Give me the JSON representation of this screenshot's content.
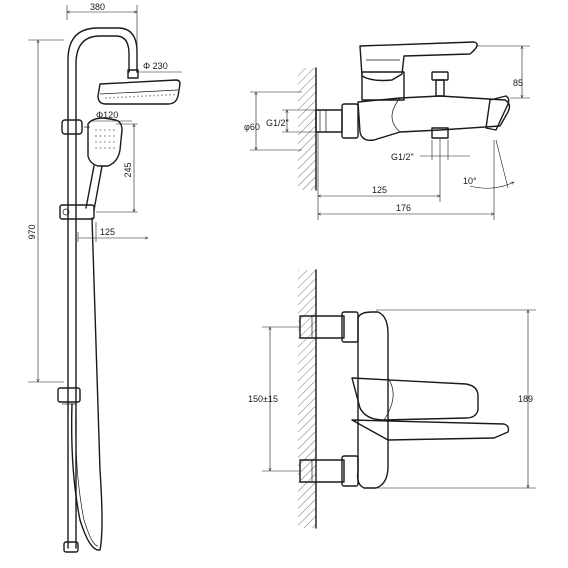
{
  "dimensions": {
    "overhead_arm": "380",
    "head_diameter": "Φ 230",
    "hand_diameter": "Φ120",
    "hand_height": "245",
    "total_height": "970",
    "hand_reach": "125",
    "body_diameter": "φ60",
    "thread_inlet": "G1/2\"",
    "thread_outlet": "G1/2\"",
    "mixer_height": "85",
    "spout_to_outlet": "125",
    "spout_length": "176",
    "spout_angle": "10°",
    "centers": "150±15",
    "front_height": "189"
  }
}
